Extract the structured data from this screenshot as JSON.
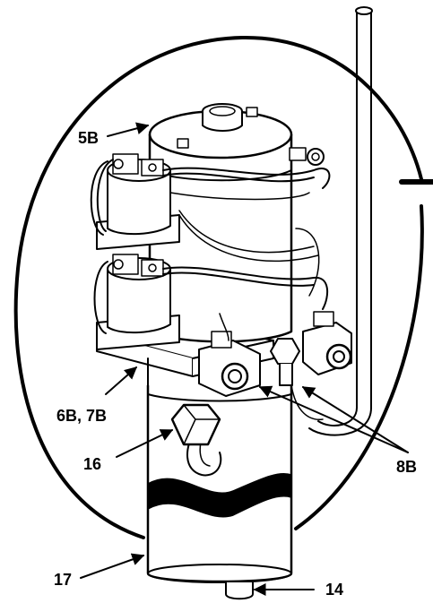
{
  "diagram": {
    "callouts": [
      {
        "id": "5b",
        "label": "5B"
      },
      {
        "id": "6b7b",
        "label": "6B, 7B"
      },
      {
        "id": "16",
        "label": "16"
      },
      {
        "id": "8b",
        "label": "8B"
      },
      {
        "id": "17",
        "label": "17"
      },
      {
        "id": "14",
        "label": "14"
      }
    ],
    "colors": {
      "line": "#000000",
      "background": "#ffffff"
    }
  }
}
